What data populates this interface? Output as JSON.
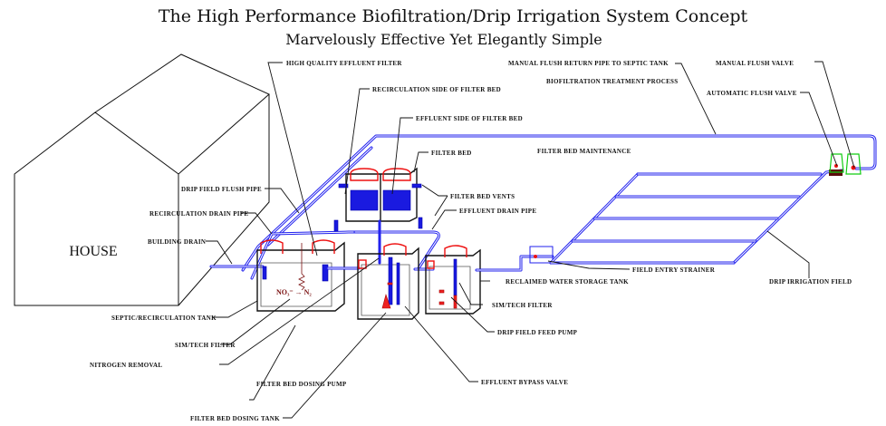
{
  "header": {
    "title": "The High Performance Biofiltration/Drip Irrigation System Concept",
    "subtitle": "Marvelously Effective Yet Elegantly Simple"
  },
  "house": {
    "label": "HOUSE"
  },
  "chemistry": {
    "formula": "NO₃⁻ → N₂"
  },
  "colors": {
    "pipe": "#2222ee",
    "component": "#ee1111",
    "valve_housing": "#11cc11",
    "valve_base": "#5a0a0a",
    "filter_media": "#1a1ae0"
  },
  "labels": {
    "high_quality_effluent_filter": "HIGH QUALITY EFFLUENT FILTER",
    "recirculation_side_of_filter_bed": "RECIRCULATION SIDE OF FILTER BED",
    "effluent_side_of_filter_bed": "EFFLUENT SIDE OF FILTER BED",
    "filter_bed": "FILTER BED",
    "filter_bed_vents": "FILTER BED VENTS",
    "effluent_drain_pipe": "EFFLUENT DRAIN PIPE",
    "drip_field_flush_pipe": "DRIP FIELD FLUSH PIPE",
    "recirculation_drain_pipe": "RECIRCULATION DRAIN PIPE",
    "building_drain": "BUILDING DRAIN",
    "septic_recirculation_tank": "SEPTIC/RECIRCULATION TANK",
    "sim_tech_filter_1": "SIM/TECH FILTER",
    "nitrogen_removal": "NITROGEN REMOVAL",
    "filter_bed_dosing_pump": "FILTER BED DOSING PUMP",
    "filter_bed_dosing_tank": "FILTER BED DOSING TANK",
    "effluent_bypass_valve": "EFFLUENT BYPASS VALVE",
    "drip_field_feed_pump": "DRIP FIELD FEED PUMP",
    "sim_tech_filter_2": "SIM/TECH FILTER",
    "reclaimed_water_storage_tank": "RECLAIMED WATER STORAGE TANK",
    "field_entry_strainer": "FIELD ENTRY STRAINER",
    "drip_irrigation_field": "DRIP IRRIGATION FIELD",
    "manual_flush_return_pipe": "MANUAL FLUSH RETURN PIPE TO SEPTIC TANK",
    "biofiltration_treatment_process": "BIOFILTRATION TREATMENT PROCESS",
    "filter_bed_maintenance": "FILTER BED MAINTENANCE",
    "manual_flush_valve": "MANUAL FLUSH VALVE",
    "automatic_flush_valve": "AUTOMATIC FLUSH VALVE"
  }
}
